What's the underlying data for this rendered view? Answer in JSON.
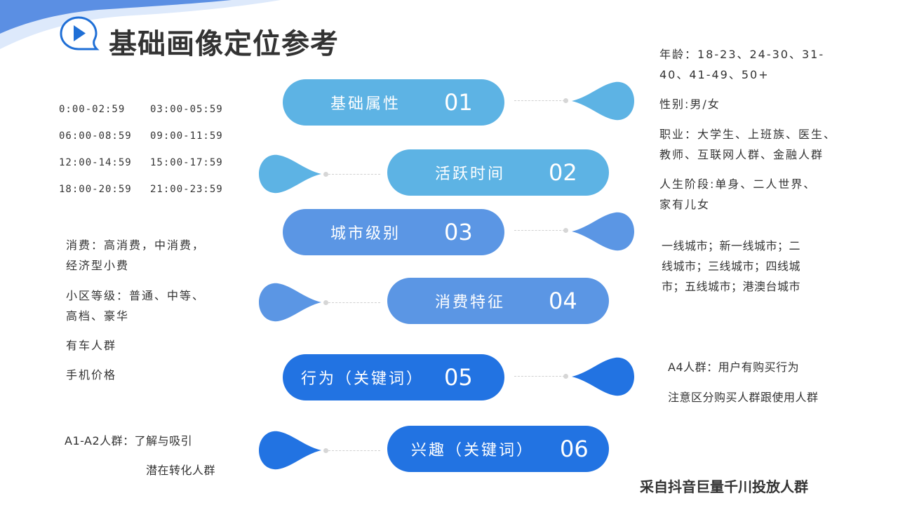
{
  "title": "基础画像定位参考",
  "footer": "采自抖音巨量千川投放人群",
  "colors": {
    "light_blue": "#5db3e4",
    "mid_blue": "#5b96e4",
    "deep_blue": "#2273e2"
  },
  "pills": [
    {
      "label": "基础属性",
      "num": "01"
    },
    {
      "label": "活跃时间",
      "num": "02"
    },
    {
      "label": "城市级别",
      "num": "03"
    },
    {
      "label": "消费特征",
      "num": "04"
    },
    {
      "label": "行为（关键词）",
      "num": "05"
    },
    {
      "label": "兴趣（关键词）",
      "num": "06"
    }
  ],
  "basic_attributes": {
    "age_line1": "年龄：18-23、24-30、31-",
    "age_line2": "40、41-49、50+",
    "gender": "性别:男/女",
    "job_line1": "职业：大学生、上班族、医生、",
    "job_line2": "教师、互联网人群、金融人群",
    "stage_line1": "人生阶段:单身、二人世界、",
    "stage_line2": "家有儿女"
  },
  "active_time": [
    [
      "0:00-02:59",
      "03:00-05:59"
    ],
    [
      "06:00-08:59",
      "09:00-11:59"
    ],
    [
      "12:00-14:59",
      "15:00-17:59"
    ],
    [
      "18:00-20:59",
      "21:00-23:59"
    ]
  ],
  "city_level": {
    "line1": "一线城市；新一线城市；二",
    "line2": "线城市；三线城市；四线城",
    "line3": "市；五线城市；港澳台城市"
  },
  "consumption": {
    "spend_line1": "消费：高消费，中消费，",
    "spend_line2": "经济型小费",
    "community_line1": "小区等级：普通、中等、",
    "community_line2": "高档、豪华",
    "car": "有车人群",
    "phone": "手机价格"
  },
  "behavior": {
    "line1": "A4人群：用户有购买行为",
    "line2": "注意区分购买人群跟使用人群"
  },
  "interest": {
    "line1": "A1-A2人群：了解与吸引",
    "line2": "潜在转化人群"
  }
}
